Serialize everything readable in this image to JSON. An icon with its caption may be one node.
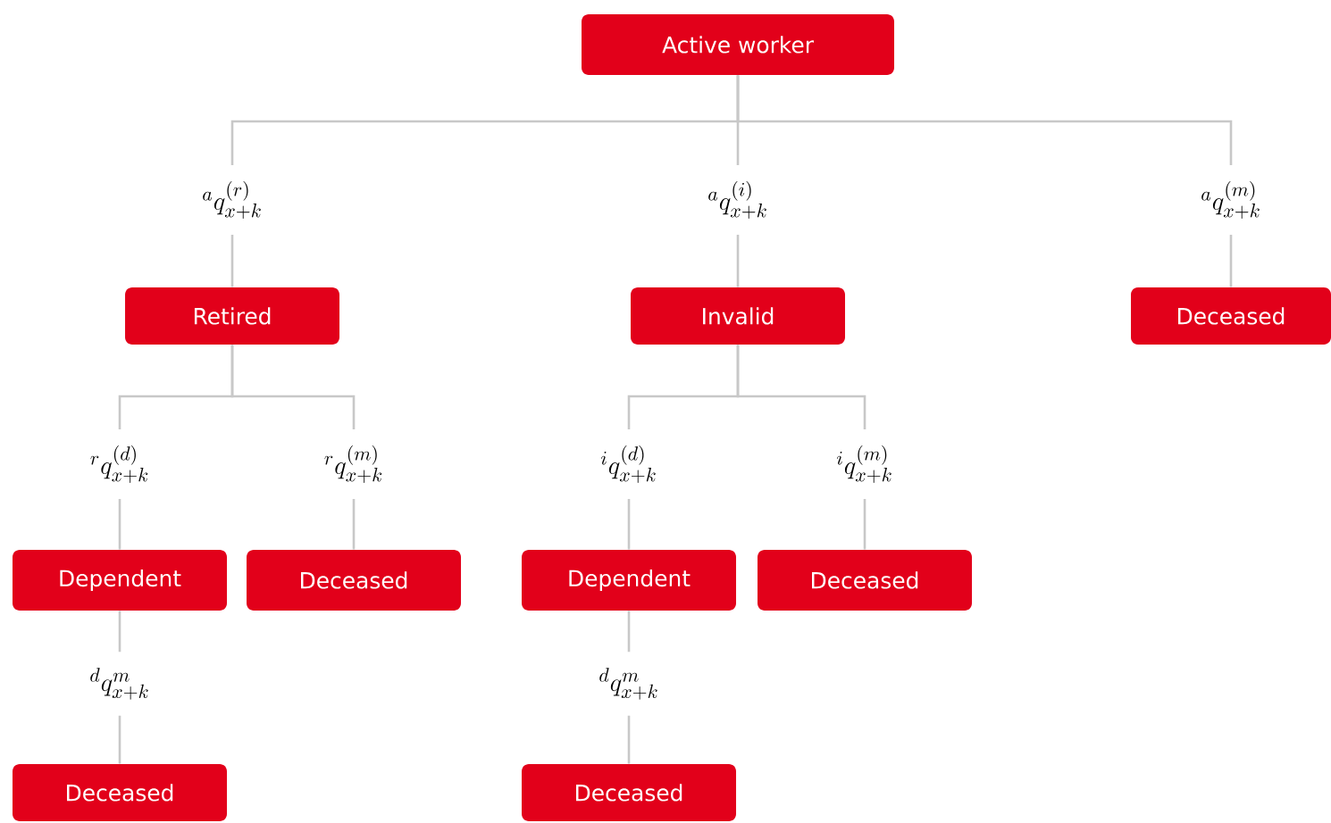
{
  "diagram": {
    "nodes": [
      {
        "text": [
          "Active worker"
        ]
      },
      {
        "text": [
          "Retired"
        ]
      },
      {
        "text": [
          "Invalid"
        ]
      },
      {
        "text": [
          "Deceased"
        ]
      },
      {
        "text": [
          "Dependent"
        ]
      },
      {
        "text": [
          "Deceased"
        ]
      },
      {
        "text": [
          "Dependent"
        ]
      },
      {
        "text": [
          "Deceased"
        ]
      },
      {
        "text": [
          "Deceased"
        ]
      },
      {
        "text": [
          "Deceased"
        ]
      }
    ],
    "edges": [
      {
        "from": 0,
        "to": 1,
        "arrow": "none",
        "label": "{}^{a}q^{(r)}_{x+k}"
      },
      {
        "from": 0,
        "to": 2,
        "arrow": "none",
        "label": "{}^{a}q^{(i)}_{x+k}"
      },
      {
        "from": 0,
        "to": 3,
        "arrow": "none",
        "label": "{}^{a}q^{(m)}_{x+k}"
      },
      {
        "from": 1,
        "to": 4,
        "arrow": "none",
        "label": "{}^{r}q^{(d)}_{x+k}"
      },
      {
        "from": 1,
        "to": 5,
        "arrow": "none",
        "label": "{}^{r}q^{(m)}_{x+k}"
      },
      {
        "from": 2,
        "to": 6,
        "arrow": "none",
        "label": "{}^{i}q^{(d)}_{x+k}"
      },
      {
        "from": 2,
        "to": 7,
        "arrow": "none",
        "label": "{}^{i}q^{(m)}_{x+k}"
      },
      {
        "from": 4,
        "to": 8,
        "arrow": "none",
        "label": "{}^{d}q^{m}_{x+k}"
      },
      {
        "from": 6,
        "to": 9,
        "arrow": "none",
        "label": "{}^{d}q^{m}_{x+k}"
      }
    ]
  }
}
